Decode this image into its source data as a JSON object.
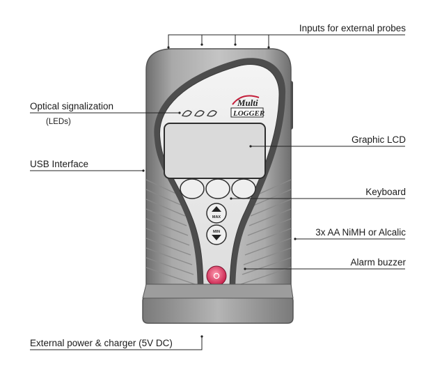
{
  "labels": {
    "inputs": "Inputs for external probes",
    "optical": "Optical signalization",
    "leds": "(LEDs)",
    "lcd": "Graphic LCD",
    "usb": "USB Interface",
    "keyboard": "Keyboard",
    "battery": "3x AA NiMH or Alcalic",
    "buzzer": "Alarm buzzer",
    "power": "External power & charger  (5V DC)"
  },
  "device": {
    "brand_top": "Multi",
    "brand_bottom": "LOGGER",
    "key_max": "MAX",
    "key_min": "MIN"
  },
  "colors": {
    "body": "#8e8e8e",
    "body_light": "#c9c9c9",
    "faceplate": "#e6e6e6",
    "lcd": "#dadada",
    "power_button": "#d8325c",
    "brand_accent": "#c41e3a"
  }
}
